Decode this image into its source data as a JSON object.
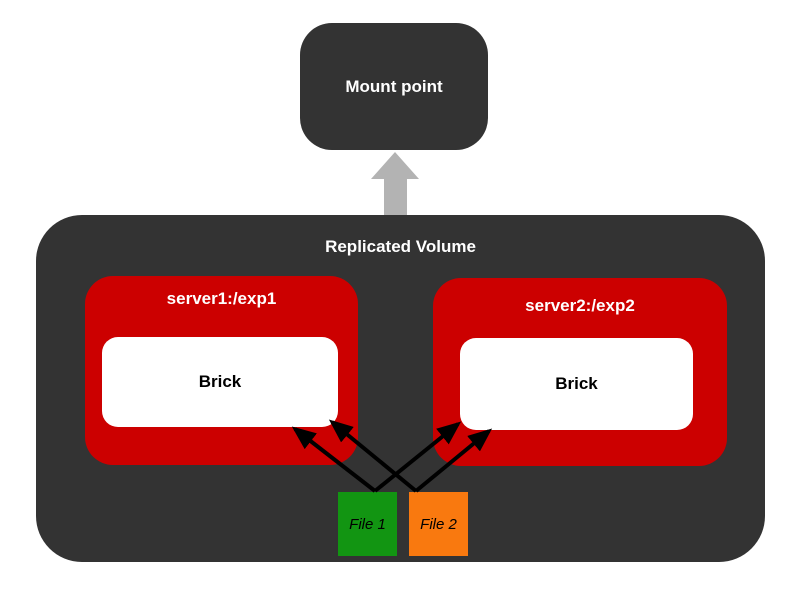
{
  "mount_point": {
    "label": "Mount point"
  },
  "volume": {
    "label": "Replicated Volume"
  },
  "servers": [
    {
      "label": "server1:/exp1",
      "brick_label": "Brick"
    },
    {
      "label": "server2:/exp2",
      "brick_label": "Brick"
    }
  ],
  "files": [
    {
      "label": "File 1",
      "color": "#129512"
    },
    {
      "label": "File 2",
      "color": "#f9790f"
    }
  ],
  "colors": {
    "container_dark": "#333333",
    "server_red": "#cc0000",
    "brick_white": "#ffffff",
    "mount_arrow_gray": "#b3b3b3",
    "replication_arrow_black": "#000000",
    "background": "#ffffff"
  },
  "icons": {
    "mount_arrow": "up-block-arrow",
    "replication_arrows": "crossed-file-to-brick-arrows"
  }
}
